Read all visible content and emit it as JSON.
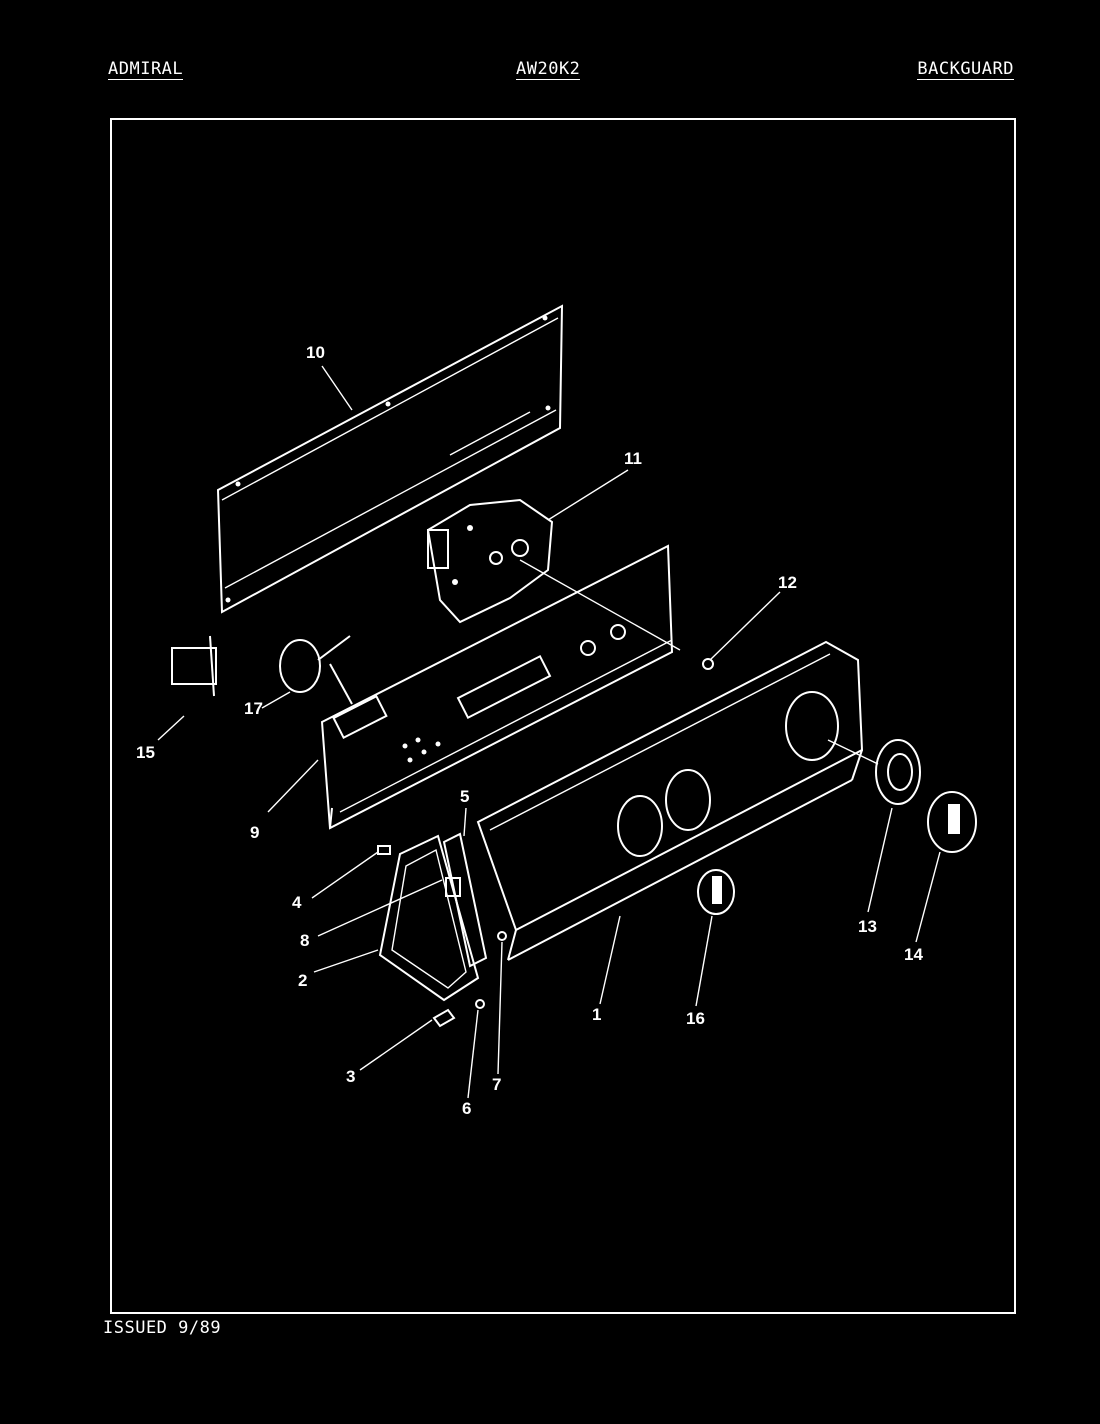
{
  "header": {
    "brand": "ADMIRAL",
    "model": "AW20K2",
    "section": "BACKGUARD"
  },
  "footer": {
    "issued": "ISSUED 9/89"
  },
  "parts": [
    {
      "id": "1",
      "label": "1"
    },
    {
      "id": "2",
      "label": "2"
    },
    {
      "id": "3",
      "label": "3"
    },
    {
      "id": "4",
      "label": "4"
    },
    {
      "id": "5",
      "label": "5"
    },
    {
      "id": "6",
      "label": "6"
    },
    {
      "id": "7",
      "label": "7"
    },
    {
      "id": "8",
      "label": "8"
    },
    {
      "id": "9",
      "label": "9"
    },
    {
      "id": "10",
      "label": "10"
    },
    {
      "id": "11",
      "label": "11"
    },
    {
      "id": "12",
      "label": "12"
    },
    {
      "id": "13",
      "label": "13"
    },
    {
      "id": "14",
      "label": "14"
    },
    {
      "id": "15",
      "label": "15"
    },
    {
      "id": "16",
      "label": "16"
    },
    {
      "id": "17",
      "label": "17"
    }
  ]
}
